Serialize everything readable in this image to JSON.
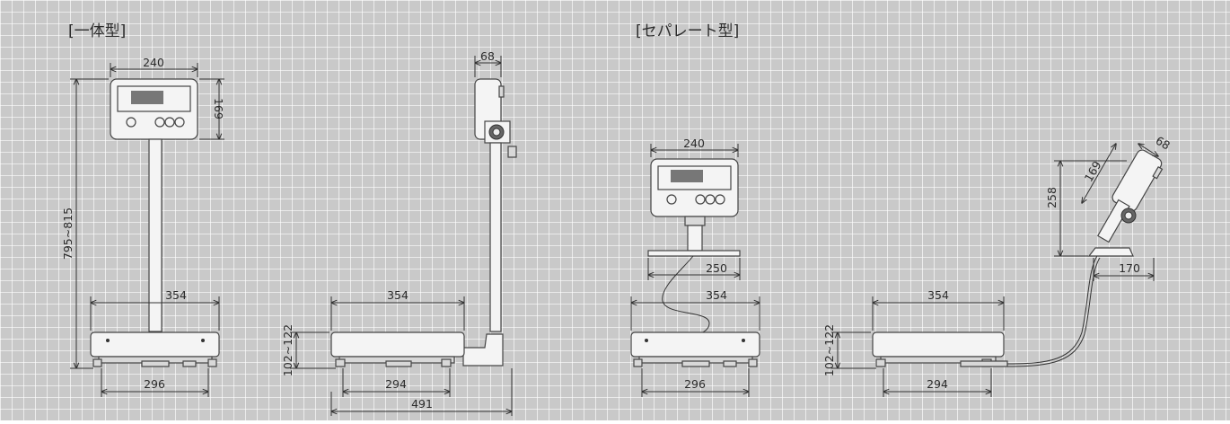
{
  "sections": {
    "integrated_title": "[一体型]",
    "separate_title": "[セパレート型]"
  },
  "dimensions": {
    "a_indicator_width": "240",
    "a_indicator_height": "169",
    "a_total_height": "795~815",
    "a_platform_width": "354",
    "a_foot_spacing": "296",
    "b_indicator_depth": "68",
    "b_platform_width": "354",
    "b_platform_height": "102~122",
    "b_foot_spacing": "294",
    "b_total_depth": "491",
    "c_indicator_width": "240",
    "c_stand_width": "250",
    "c_platform_width": "354",
    "c_foot_spacing": "296",
    "d_indicator_depth": "68",
    "d_indicator_height": "169",
    "d_total_height": "258",
    "d_stand_depth": "170",
    "d_platform_width": "354",
    "d_platform_height": "102~122",
    "d_foot_spacing": "294"
  },
  "colors": {
    "background": "#c9c9c9",
    "grid": "#ffffff",
    "line": "#333333"
  }
}
